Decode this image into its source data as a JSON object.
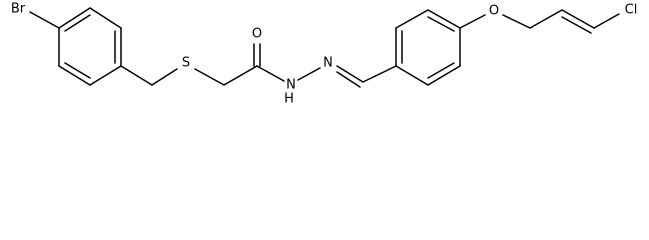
{
  "structure": {
    "atoms": {
      "bromine": "Br",
      "sulfur": "S",
      "carbonyl_oxygen": "O",
      "amide_nitrogen": "N",
      "amide_hydrogen": "H",
      "imine_nitrogen": "N",
      "ether_oxygen": "O",
      "chlorine": "Cl"
    },
    "colors": {
      "ink": "#000000",
      "background": "#ffffff"
    }
  }
}
